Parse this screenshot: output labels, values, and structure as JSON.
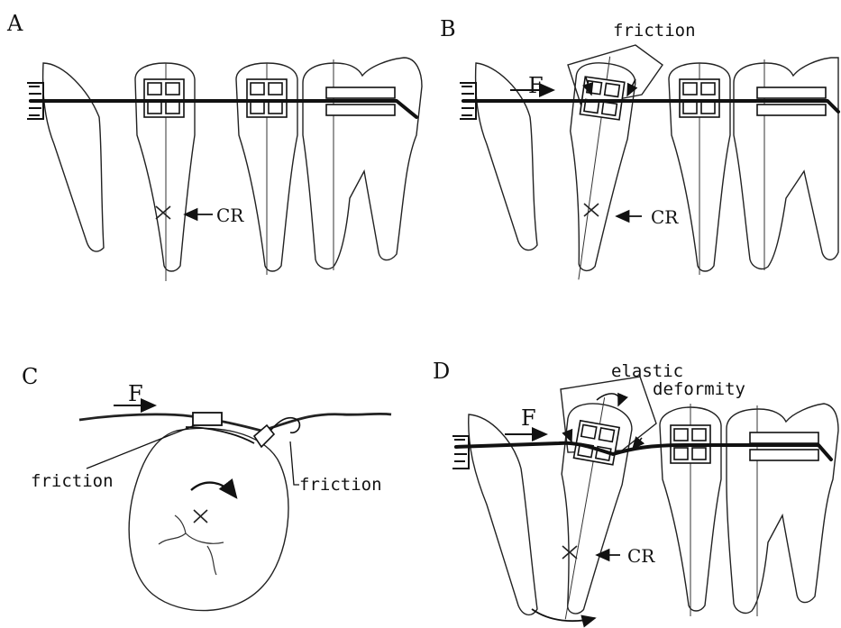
{
  "panels": {
    "a": {
      "label": "A",
      "cr": "CR"
    },
    "b": {
      "label": "B",
      "friction": "friction",
      "force": "F",
      "cr": "CR"
    },
    "c": {
      "label": "C",
      "force": "F",
      "friction_left": "friction",
      "friction_right": "friction"
    },
    "d": {
      "label": "D",
      "elastic": "elastic",
      "deformity": "deformity",
      "force": "F",
      "cr": "CR"
    }
  }
}
